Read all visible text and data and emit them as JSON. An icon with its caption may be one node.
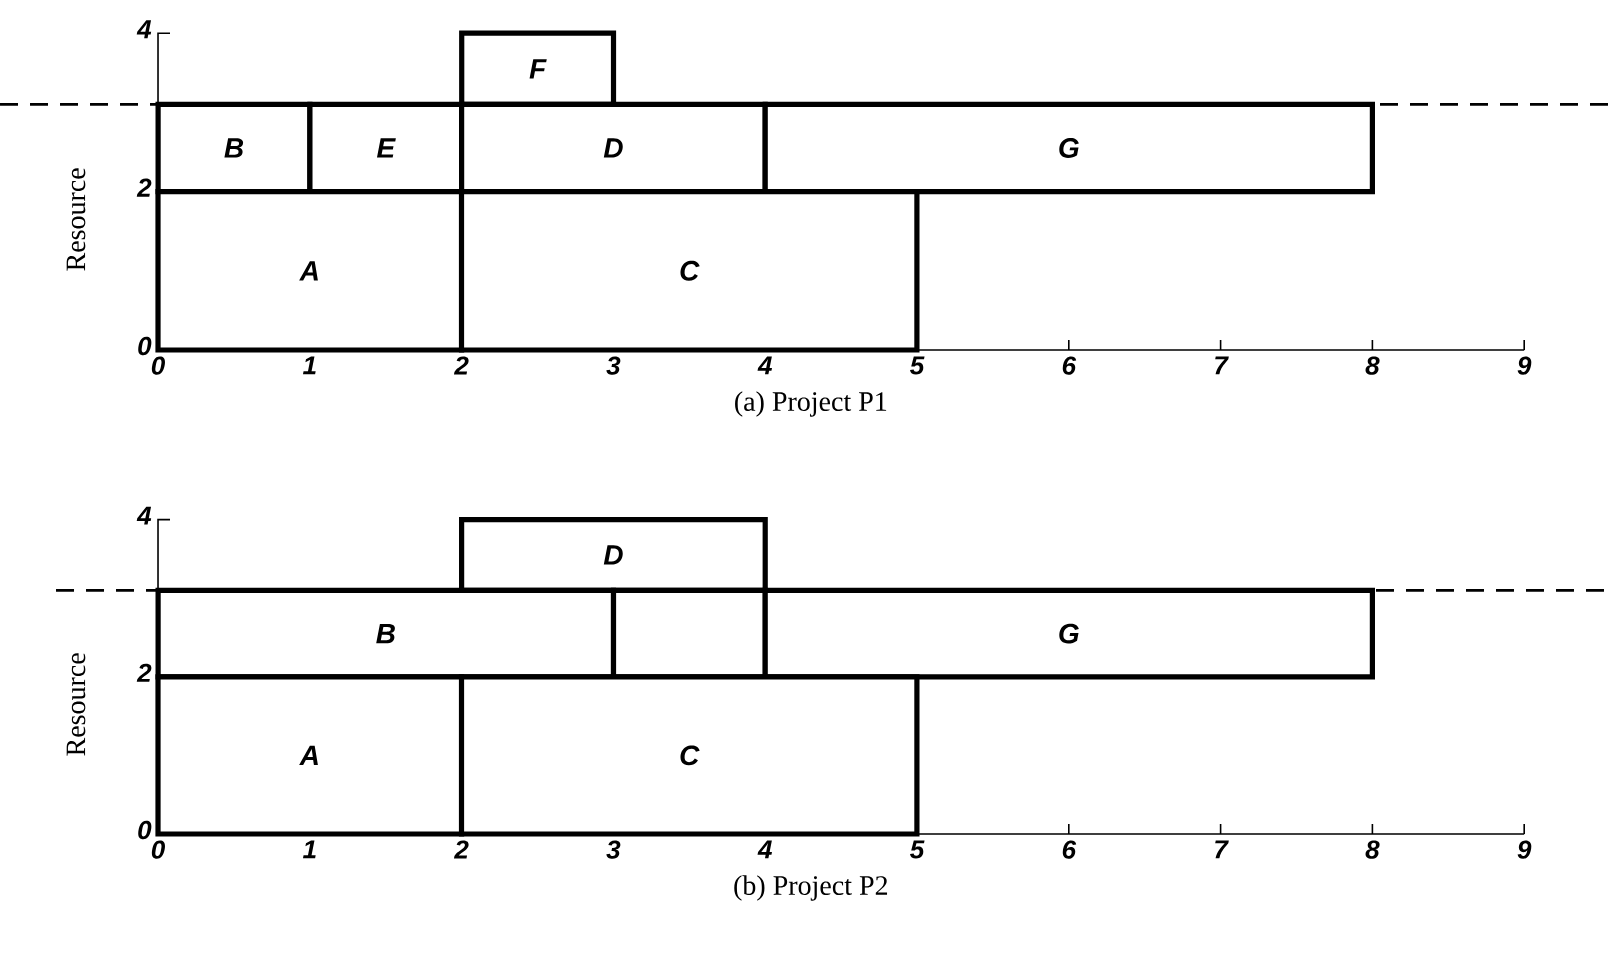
{
  "diagram": {
    "nodes": [
      {
        "text": [
          "F"
        ]
      },
      {
        "text": [
          "B"
        ]
      },
      {
        "text": [
          "E"
        ]
      },
      {
        "text": [
          "D"
        ]
      },
      {
        "text": [
          "G"
        ]
      },
      {
        "text": [
          "A"
        ]
      },
      {
        "text": [
          "C"
        ]
      },
      {
        "text": [
          "D"
        ]
      },
      {
        "text": [
          "B"
        ]
      },
      {
        "text": [],
        "shape": "box"
      },
      {
        "text": [
          "G"
        ]
      },
      {
        "text": [
          "A"
        ]
      },
      {
        "text": [
          "C"
        ]
      }
    ],
    "edges": [],
    "labels": [
      "4",
      "2",
      "0",
      "0",
      "1",
      "2",
      "3",
      "4",
      "5",
      "6",
      "7",
      "8",
      "9",
      "Resource",
      "(a) Project P1",
      "4",
      "2",
      "0",
      "0",
      "1",
      "2",
      "3",
      "4",
      "5",
      "6",
      "7",
      "8",
      "9",
      "Resource",
      "(b) Project P2"
    ]
  }
}
